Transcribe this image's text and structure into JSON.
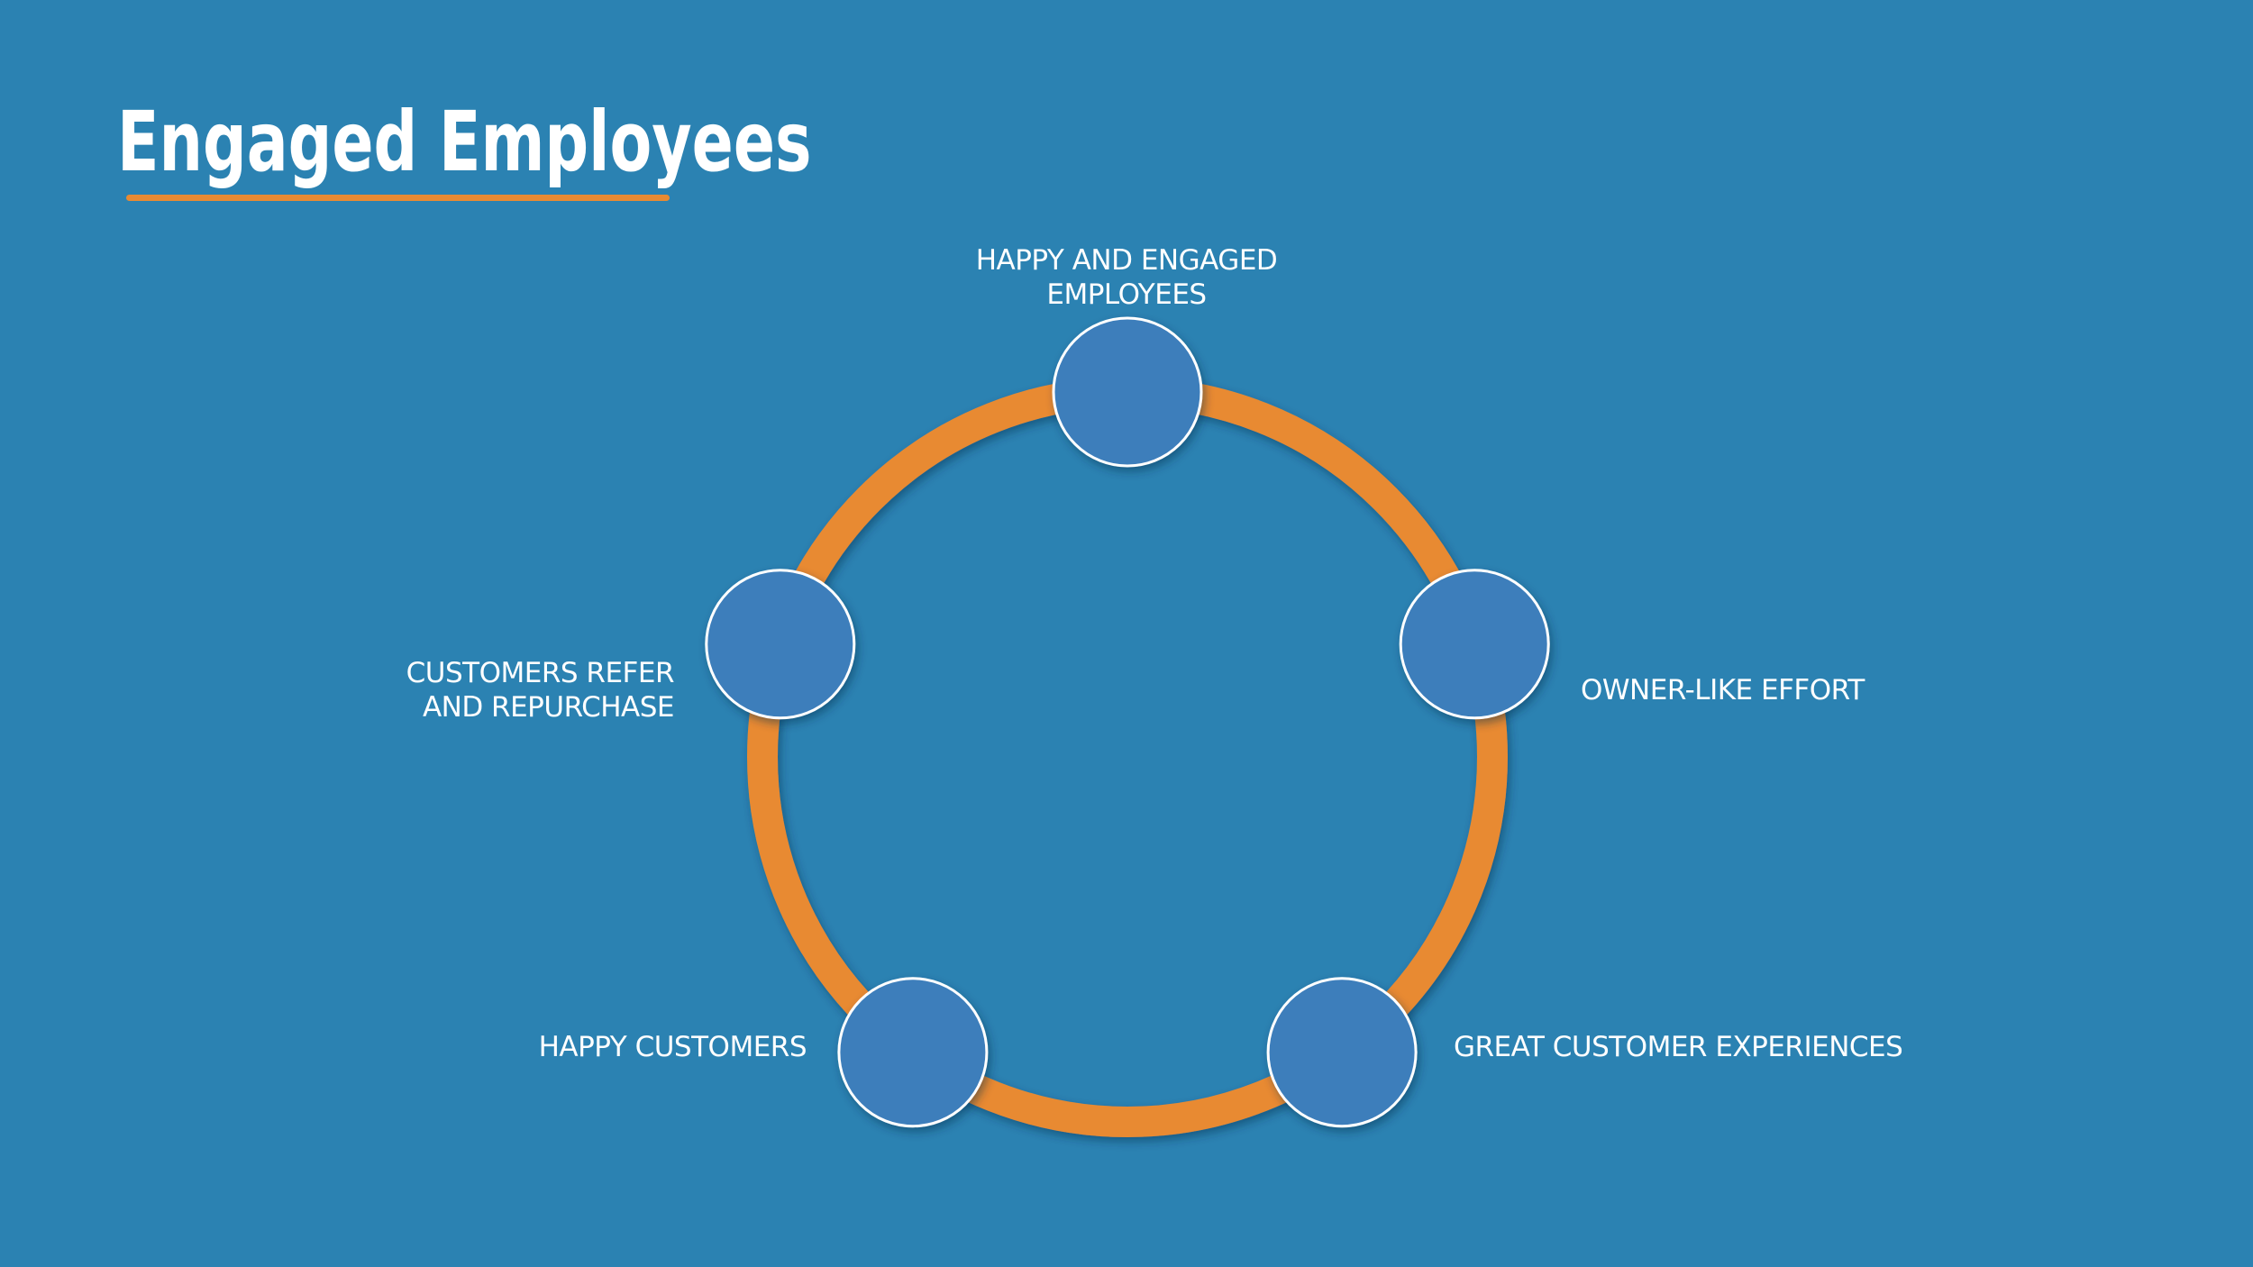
{
  "title": "Engaged Employees",
  "colors": {
    "background": "#2b82b2",
    "ring": "#e88a32",
    "node_fill": "#3d7ebb",
    "node_stroke": "#ffffff",
    "text": "#ffffff"
  },
  "nodes": [
    {
      "label_lines": [
        "HAPPY AND ENGAGED",
        "EMPLOYEES"
      ]
    },
    {
      "label_lines": [
        "OWNER-LIKE EFFORT"
      ]
    },
    {
      "label_lines": [
        "GREAT CUSTOMER EXPERIENCES"
      ]
    },
    {
      "label_lines": [
        "HAPPY CUSTOMERS"
      ]
    },
    {
      "label_lines": [
        "CUSTOMERS REFER",
        "AND REPURCHASE"
      ]
    }
  ]
}
